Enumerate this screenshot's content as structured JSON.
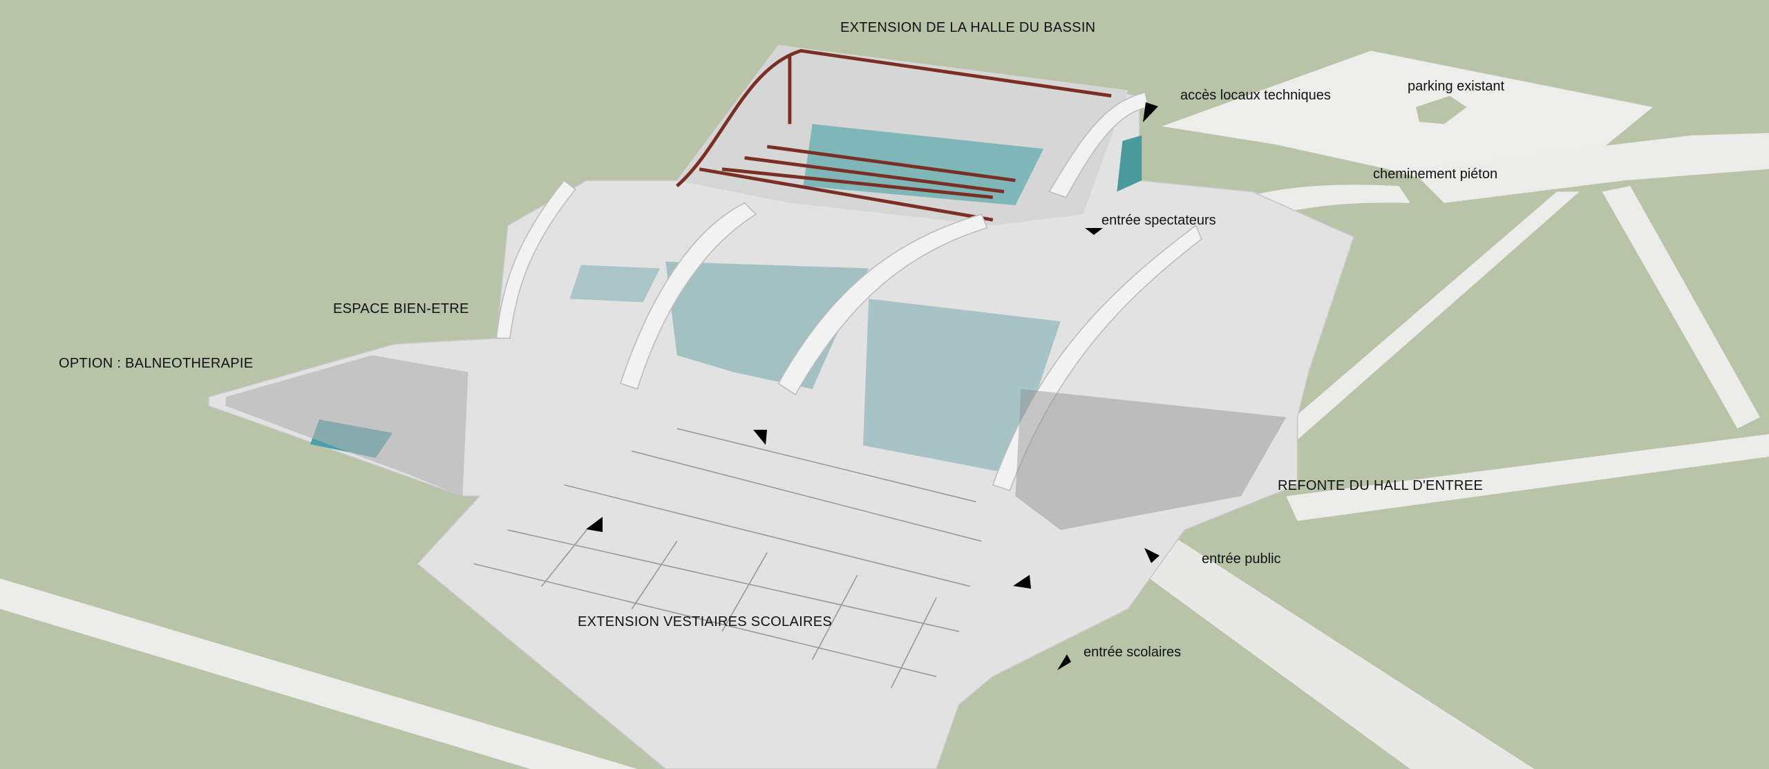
{
  "labels": {
    "halle_bassin": "EXTENSION DE LA HALLE DU BASSIN",
    "acces_locaux": "accès locaux techniques",
    "parking": "parking existant",
    "cheminement": "cheminement piéton",
    "entree_spectateurs": "entrée spectateurs",
    "bien_etre": "ESPACE BIEN-ETRE",
    "balneo": "OPTION : BALNEOTHERAPIE",
    "hall_entree": "REFONTE DU HALL D'ENTREE",
    "entree_public": "entrée public",
    "vestiaires": "EXTENSION VESTIAIRES SCOLAIRES",
    "entree_scolaires": "entrée scolaires"
  },
  "colors": {
    "grass": "#b8c3a8",
    "paving": "#ededeb",
    "building": "#e2e2e2",
    "pool": "#8fb8bc",
    "teal_glass": "#4a9a9c",
    "timber": "#7a2f25"
  }
}
